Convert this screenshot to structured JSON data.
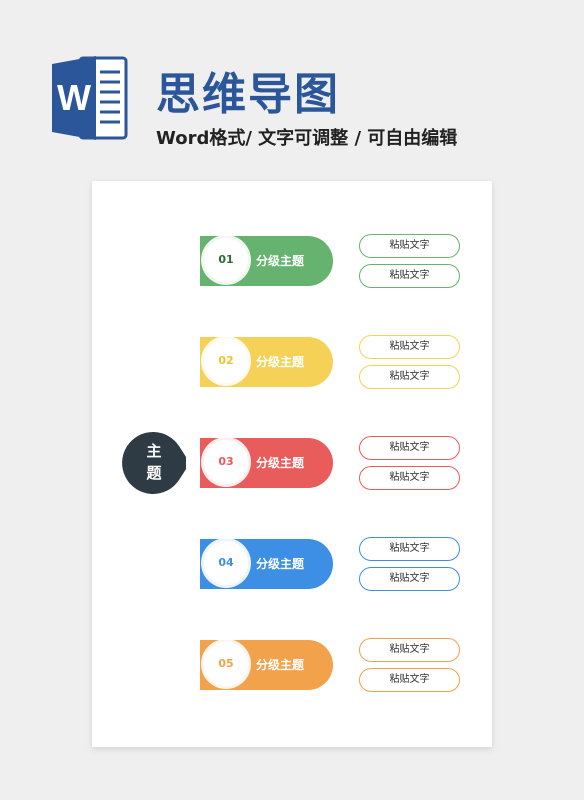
{
  "header": {
    "title": "思维导图",
    "subtitle": "Word格式/ 文字可调整 / 可自由编辑",
    "logo_letter": "W",
    "logo_color": "#2b579a"
  },
  "mindmap": {
    "topic": {
      "line1": "主",
      "line2": "题",
      "color": "#2f3b44"
    },
    "branches": [
      {
        "num": "01",
        "label": "分级主题",
        "color": "#66b26f",
        "leaves": [
          "粘贴文字",
          "粘贴文字"
        ]
      },
      {
        "num": "02",
        "label": "分级主题",
        "color": "#f5d257",
        "leaves": [
          "粘贴文字",
          "粘贴文字"
        ]
      },
      {
        "num": "03",
        "label": "分级主题",
        "color": "#e85c5c",
        "leaves": [
          "粘贴文字",
          "粘贴文字"
        ]
      },
      {
        "num": "04",
        "label": "分级主题",
        "color": "#3d8fe6",
        "leaves": [
          "粘贴文字",
          "粘贴文字"
        ]
      },
      {
        "num": "05",
        "label": "分级主题",
        "color": "#f2a24a",
        "leaves": [
          "粘贴文字",
          "粘贴文字"
        ]
      }
    ]
  }
}
